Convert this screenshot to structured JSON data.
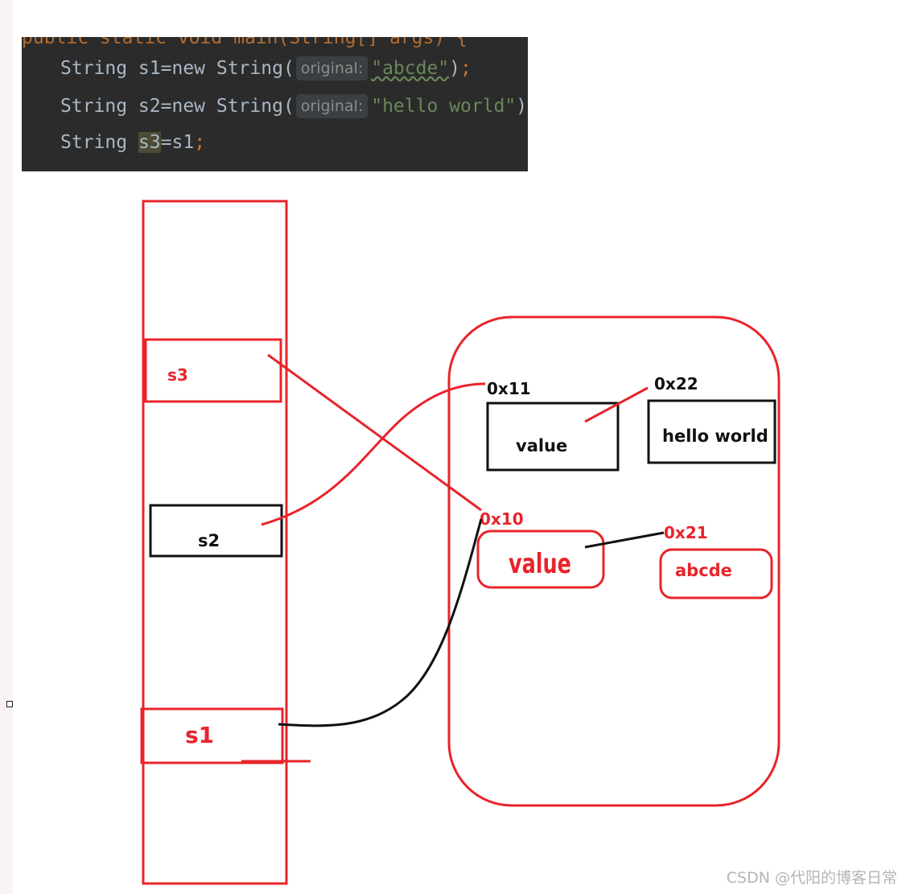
{
  "code": {
    "cut_line": "public static void main(String[] args) {",
    "lines": [
      {
        "before": "String s1=new String(",
        "hint": "original:",
        "literal": "\"abcde\"",
        "after": ")",
        "semi": ";"
      },
      {
        "before": "String s2=new String(",
        "hint": "original:",
        "literal": "\"hello world\"",
        "after": ")",
        "semi": ";"
      },
      {
        "prefix": "String ",
        "highlight": "s3",
        "rest": "=s1",
        "semi": ";"
      }
    ]
  },
  "stack": {
    "s3": "s3",
    "s2": "s2",
    "s1": "s1"
  },
  "heap": {
    "addr_value_black": "0x11",
    "addr_hello": "0x22",
    "addr_value_red": "0x10",
    "addr_abcde": "0x21",
    "box_value_black": "value",
    "box_hello": "hello world",
    "box_value_red": "value",
    "box_abcde": "abcde"
  },
  "colors": {
    "red": "#e8242b",
    "black": "#111111",
    "code_bg": "#2b2b2b"
  },
  "watermark": "CSDN @代阳的博客日常"
}
